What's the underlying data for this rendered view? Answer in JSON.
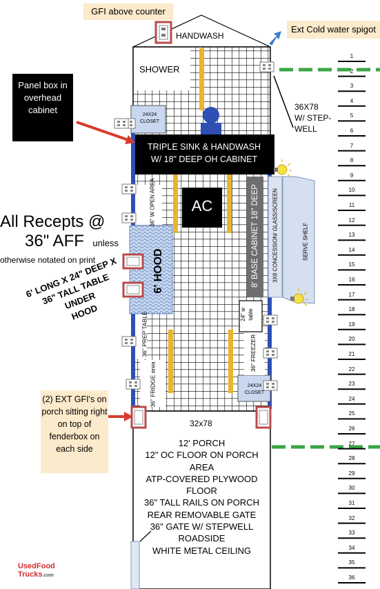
{
  "callouts": {
    "gfi_counter": "GFI above counter",
    "ext_spigot": "Ext Cold water spigot",
    "panel_box": "Panel box in overhead cabinet",
    "ext_gfi": "(2) EXT GFI's on porch sitting right on top of fenderbox on each side"
  },
  "notes": {
    "recepts_line1": "All Recepts @",
    "recepts_line2": "36\" AFF",
    "recepts_unless": "unless",
    "recepts_line3": "otherwise notated on print",
    "table_line1": "6' LONG X 24\" DEEP X",
    "table_line2": "36\" TALL TABLE UNDER",
    "table_line3": "HOOD"
  },
  "plan": {
    "handwash": "HANDWASH",
    "shower": "SHOWER",
    "closet_top": "24X24 CLOSET",
    "triple_sink_1": "TRIPLE SINK & HANDWASH",
    "triple_sink_2": "W/ 18\" DEEP OH CABINET",
    "ac": "AC",
    "open_area": "36\" W OPEN AREA",
    "hood": "6' HOOD",
    "base_cabinet": "8' BASE CABINET 18\" DEEP",
    "concession": "3X8 CONCESSION/ GLASS/SCREEN",
    "serve_shelf": "SERVE SHELF",
    "prep_table": "36\" PREP TABLE",
    "fridge": "36\" FRIDGE area",
    "table_24_1": "24\" w",
    "table_24_2": "table",
    "freezer": "36\" FREEZER",
    "closet_bottom": "24X24 CLOSET",
    "door_rear": "32x78",
    "door_side_1": "36X78",
    "door_side_2": "W/ STEP-",
    "door_side_3": "WELL"
  },
  "porch": {
    "lines": [
      "12' PORCH",
      "12\" OC FLOOR ON PORCH",
      "AREA",
      "ATP-COVERED PLYWOOD",
      "FLOOR",
      "36\" TALL RAILS ON PORCH",
      "REAR REMOVABLE GATE",
      "36\" GATE W/ STEPWELL",
      "ROADSIDE",
      "WHITE METAL CEILING"
    ]
  },
  "ruler": {
    "labels": [
      "1",
      "2",
      "3",
      "4",
      "5",
      "6",
      "7",
      "8",
      "9",
      "10",
      "11",
      "12",
      "13",
      "14",
      "15",
      "16",
      "17",
      "18",
      "19",
      "20",
      "21",
      "22",
      "23",
      "24",
      "25",
      "26",
      "27",
      "28",
      "29",
      "30",
      "31",
      "32",
      "33",
      "34",
      "35",
      "36"
    ]
  },
  "logo": {
    "line1": "UsedFood",
    "line2": "Trucks",
    "suffix": ".com"
  },
  "colors": {
    "note_bg": "#fbeacb",
    "arrow_red": "#d93a2b",
    "outlet_red": "#b84b4b",
    "bar_yellow": "#e8b52f",
    "wall_blue": "#2f4fb5",
    "dash_green": "#3aa645",
    "hood_blue": "#c9d8ef",
    "cabinet_gray": "#6e6e6e",
    "spigot_blue": "#3d86d8",
    "logo_red": "#d22f2f"
  }
}
